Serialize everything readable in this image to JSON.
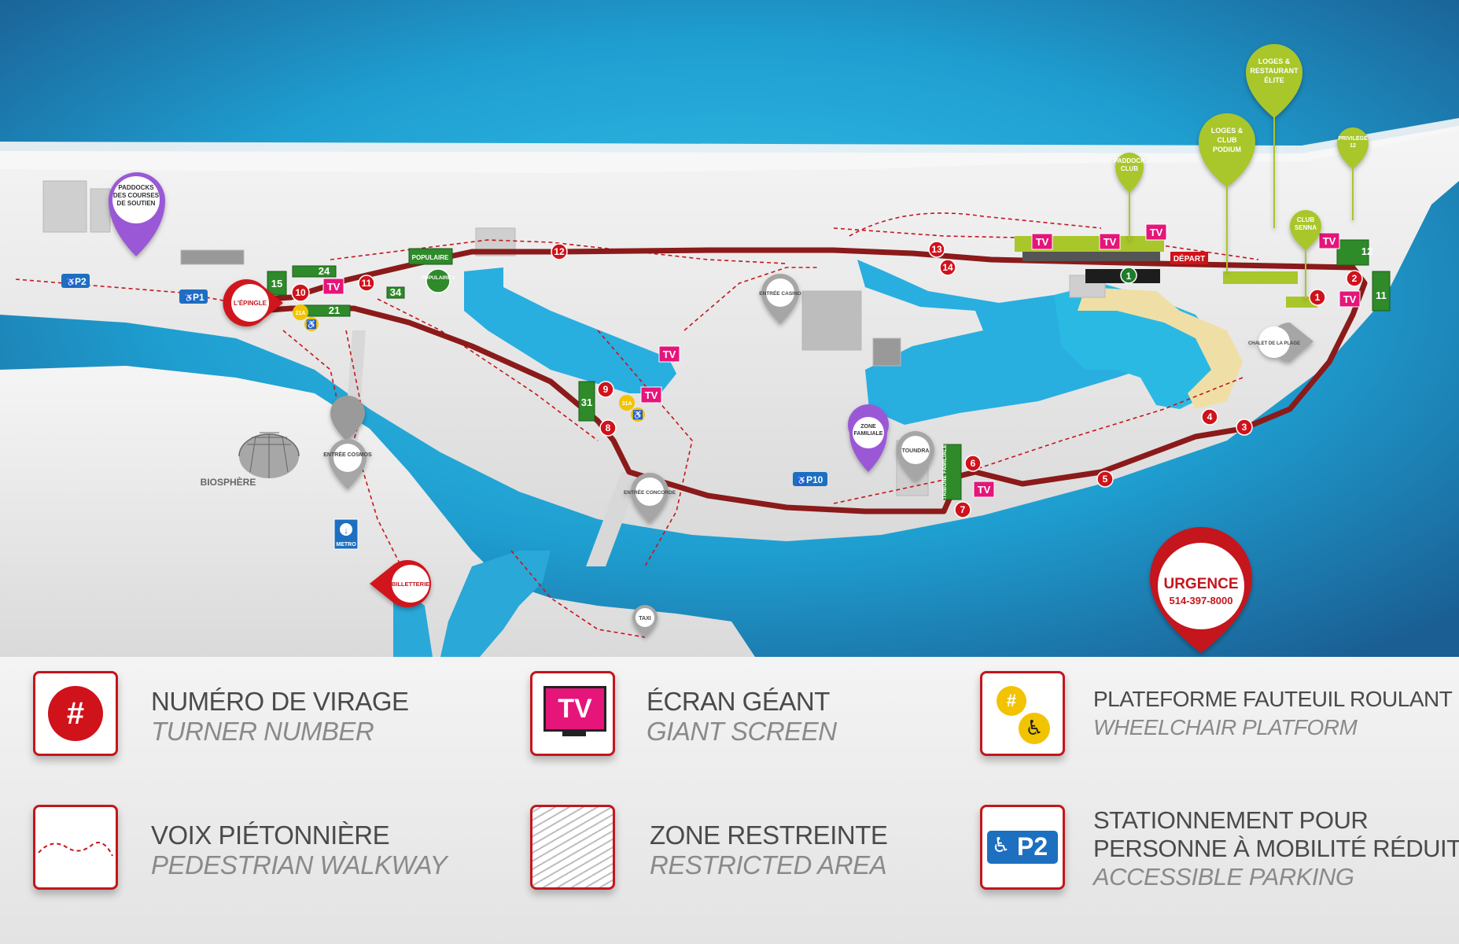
{
  "map": {
    "turn_numbers": [
      "1",
      "2",
      "3",
      "4",
      "5",
      "6",
      "7",
      "8",
      "9",
      "10",
      "11",
      "12",
      "13",
      "14"
    ],
    "grandstands": [
      "15",
      "24",
      "21",
      "34",
      "31",
      "12",
      "11",
      "1"
    ],
    "pins": {
      "paddocks": "PADDOCKS DES COURSES DE SOUTIEN",
      "epingle": "L'ÉPINGLE",
      "billetterie": "BILLETTERIE",
      "entree_cosmos": "ENTRÉE COSMOS",
      "entree_concorde": "ENTRÉE CONCORDE",
      "entree_casino": "ENTRÉE CASINO",
      "zone_familiale": "ZONE FAMILIALE",
      "toundra": "TOUNDRA",
      "chalet_plage": "CHALET DE LA PLAGE",
      "taxi": "TAXI",
      "paddock_club": "PADDOCK CLUB",
      "loges_club_podium": "LOGES & CLUB PODIUM",
      "loges_restaurant_elite": "LOGES & RESTAURANT ÉLITE",
      "privilege_12": "PRIVILÈGE 12",
      "club_senna": "CLUB SENNA"
    },
    "labels": {
      "biosphere": "BIOSPHÈRE",
      "metro": "METRO",
      "depart": "DÉPART",
      "populaire": "POPULAIRE",
      "populaire_2": "POPULAIRE 2",
      "tribune_familiale": "TRIBUNE FAMILIALE",
      "tv": "TV",
      "p1": "P1",
      "p2": "P2",
      "p10": "P10",
      "wheelchair_num_a": "21A",
      "wheelchair_num_b": "31A"
    },
    "urgence": {
      "title": "URGENCE",
      "phone": "514-397-8000"
    }
  },
  "legend": {
    "turn": {
      "fr": "NUMÉRO DE VIRAGE",
      "en": "TURNER NUMBER",
      "symbol": "#"
    },
    "screen": {
      "fr": "ÉCRAN GÉANT",
      "en": "GIANT SCREEN",
      "symbol": "TV"
    },
    "wheelchair": {
      "fr": "PLATEFORME FAUTEUIL ROULANT",
      "en": "WHEELCHAIR PLATFORM",
      "symbol": "#"
    },
    "walkway": {
      "fr": "VOIX PIÉTONNIÈRE",
      "en": "PEDESTRIAN WALKWAY"
    },
    "restricted": {
      "fr": "ZONE RESTREINTE",
      "en": "RESTRICTED AREA"
    },
    "parking": {
      "fr1": "STATIONNEMENT POUR",
      "fr2": "PERSONNE À MOBILITÉ RÉDUITE",
      "en": "ACCESSIBLE PARKING",
      "symbol": "P2"
    }
  },
  "colors": {
    "water_dark": "#1f6fa3",
    "water_light": "#29b5e0",
    "land": "#eeeeee",
    "track": "#8b1a1a",
    "turn_red": "#d0121b",
    "tv_magenta": "#e5157a",
    "lime": "#a9c62b",
    "purple": "#9b59d6",
    "stand_green": "#2f8a2a",
    "wheel_yellow": "#f2c300",
    "parking_blue": "#1d6fc0"
  }
}
